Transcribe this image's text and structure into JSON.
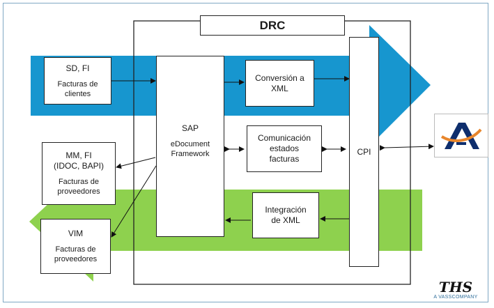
{
  "title": "DRC",
  "boxes": {
    "sd_fi": {
      "line1": "SD, FI",
      "line2": "Facturas de",
      "line3": "clientes"
    },
    "mm_fi": {
      "line1": "MM, FI",
      "line2": "(IDOC, BAPI)",
      "line3": "Facturas de",
      "line4": "proveedores"
    },
    "vim": {
      "line1": "VIM",
      "line2": "Facturas de",
      "line3": "proveedores"
    },
    "sap": {
      "line1": "SAP",
      "line2": "eDocument",
      "line3": "Framework"
    },
    "conversion": {
      "line1": "Conversión a",
      "line2": "XML"
    },
    "comunicacion": {
      "line1": "Comunicación",
      "line2": "estados",
      "line3": "facturas"
    },
    "integracion": {
      "line1": "Integración",
      "line2": "de XML"
    },
    "cpi": {
      "line1": "CPI"
    }
  },
  "brand": {
    "logo_text": "THS",
    "subtitle": "A VASSCOMPANY"
  },
  "colors": {
    "blue_band": "#1796cf",
    "green_band": "#8ed14e",
    "frame": "#7fa8c4",
    "aeat_blue": "#0e2e6d",
    "aeat_orange": "#e8862c"
  },
  "icons": {
    "aeat": "aeat-logo-icon"
  }
}
